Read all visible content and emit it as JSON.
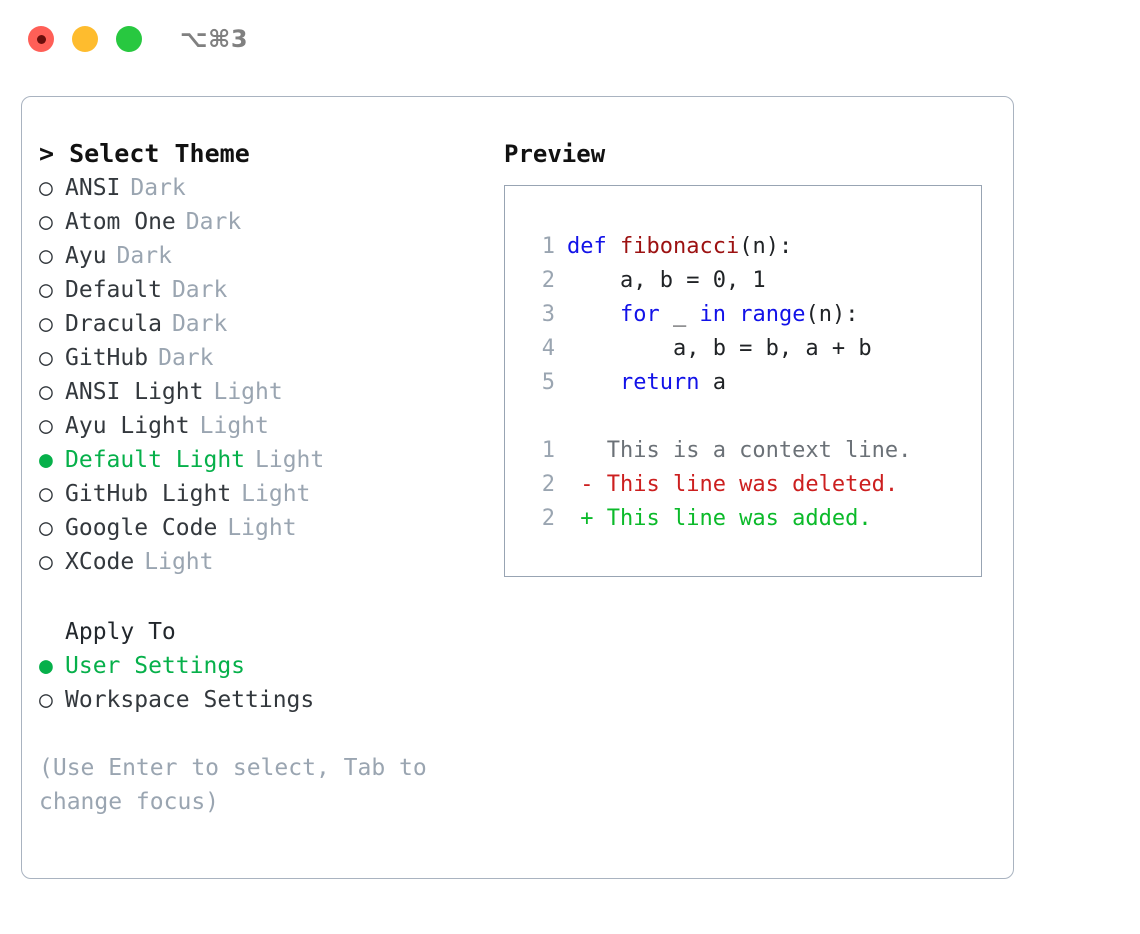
{
  "titlebar": {
    "shortcut": "⌥⌘3",
    "lights": [
      {
        "name": "close",
        "color": "#ff5f57"
      },
      {
        "name": "minimize",
        "color": "#febc2e"
      },
      {
        "name": "zoom",
        "color": "#28c840"
      }
    ]
  },
  "theme_list": {
    "heading_caret": ">",
    "heading": "Select Theme",
    "marker_unselected": "○",
    "marker_selected": "●",
    "accent_color": "#06b04a",
    "items": [
      {
        "marker": "○",
        "name": "ANSI",
        "tag": "Dark",
        "selected": false
      },
      {
        "marker": "○",
        "name": "Atom One",
        "tag": "Dark",
        "selected": false
      },
      {
        "marker": "○",
        "name": "Ayu",
        "tag": "Dark",
        "selected": false
      },
      {
        "marker": "○",
        "name": "Default",
        "tag": "Dark",
        "selected": false
      },
      {
        "marker": "○",
        "name": "Dracula",
        "tag": "Dark",
        "selected": false
      },
      {
        "marker": "○",
        "name": "GitHub",
        "tag": "Dark",
        "selected": false
      },
      {
        "marker": "○",
        "name": "ANSI Light",
        "tag": "Light",
        "selected": false
      },
      {
        "marker": "○",
        "name": "Ayu Light",
        "tag": "Light",
        "selected": false
      },
      {
        "marker": "●",
        "name": "Default Light",
        "tag": "Light",
        "selected": true
      },
      {
        "marker": "○",
        "name": "GitHub Light",
        "tag": "Light",
        "selected": false
      },
      {
        "marker": "○",
        "name": "Google Code",
        "tag": "Light",
        "selected": false
      },
      {
        "marker": "○",
        "name": "XCode",
        "tag": "Light",
        "selected": false
      }
    ]
  },
  "apply_to": {
    "label": "Apply To",
    "items": [
      {
        "marker": "●",
        "name": "User Settings",
        "selected": true
      },
      {
        "marker": "○",
        "name": "Workspace Settings",
        "selected": false
      }
    ]
  },
  "hint": "(Use Enter to select, Tab to change focus)",
  "preview": {
    "title": "Preview",
    "code_lines": [
      {
        "lineno": "1",
        "tokens": [
          {
            "t": "def ",
            "c": "kw"
          },
          {
            "t": "fibonacci",
            "c": "fn"
          },
          {
            "t": "(n):",
            "c": "pl"
          }
        ]
      },
      {
        "lineno": "2",
        "tokens": [
          {
            "t": "    a, b = 0, 1",
            "c": "pl"
          }
        ]
      },
      {
        "lineno": "3",
        "tokens": [
          {
            "t": "    ",
            "c": "pl"
          },
          {
            "t": "for",
            "c": "kw"
          },
          {
            "t": " _ ",
            "c": "pl"
          },
          {
            "t": "in",
            "c": "kw"
          },
          {
            "t": " ",
            "c": "pl"
          },
          {
            "t": "range",
            "c": "kw"
          },
          {
            "t": "(n):",
            "c": "pl"
          }
        ]
      },
      {
        "lineno": "4",
        "tokens": [
          {
            "t": "        a, b = b, a + b",
            "c": "pl"
          }
        ]
      },
      {
        "lineno": "5",
        "tokens": [
          {
            "t": "    ",
            "c": "pl"
          },
          {
            "t": "return",
            "c": "kw"
          },
          {
            "t": " a",
            "c": "pl"
          }
        ]
      }
    ],
    "diff_lines": [
      {
        "lineno": "1",
        "tokens": [
          {
            "t": "   This is a context line.",
            "c": "ctx"
          }
        ]
      },
      {
        "lineno": "2",
        "tokens": [
          {
            "t": " - This line was deleted.",
            "c": "del"
          }
        ]
      },
      {
        "lineno": "2",
        "tokens": [
          {
            "t": " + This line was added.",
            "c": "add"
          }
        ]
      }
    ]
  }
}
